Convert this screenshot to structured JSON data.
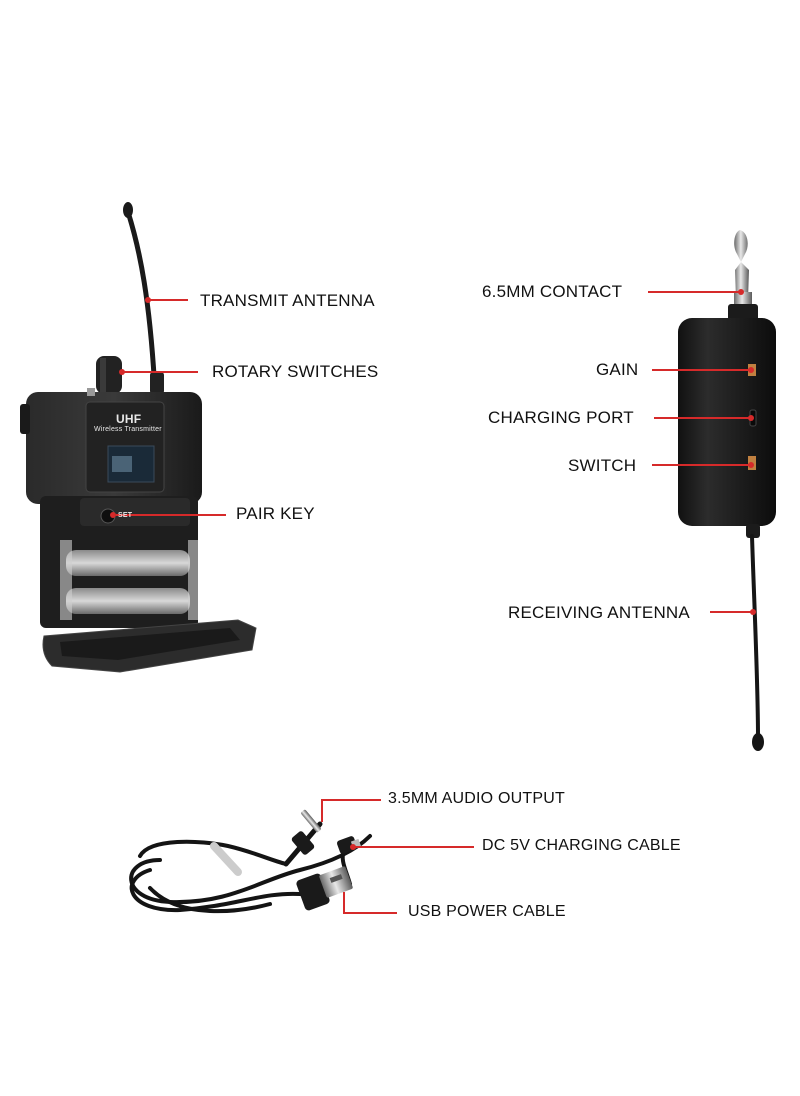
{
  "transmitter": {
    "brand": "UHF",
    "model": "Wireless Transmitter",
    "set_key": "SET"
  },
  "callouts": {
    "transmit_antenna": "TRANSMIT ANTENNA",
    "rotary_switches": "ROTARY SWITCHES",
    "pair_key": "PAIR KEY",
    "contact": "6.5MM CONTACT",
    "gain": "GAIN",
    "charging_port": "CHARGING PORT",
    "switch": "SWITCH",
    "receiving_antenna": "RECEIVING ANTENNA",
    "audio_output": "3.5MM AUDIO OUTPUT",
    "charging_cable": "DC 5V CHARGING CABLE",
    "usb_cable": "USB POWER CABLE"
  },
  "colors": {
    "leader": "#d62a2a",
    "device": "#1c1c1c",
    "text": "#111111"
  }
}
